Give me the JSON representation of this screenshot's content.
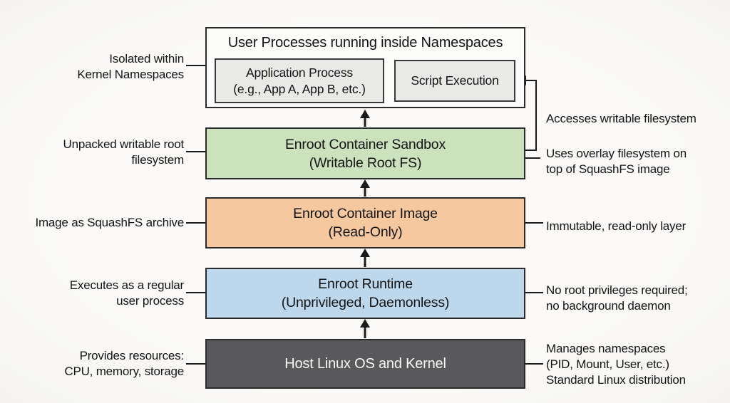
{
  "colors": {
    "background": "#faf9f6",
    "line": "#1a1a1a",
    "box_border": "#2b2b2b",
    "top_box_fill": "#fcfcfa",
    "inner_box_fill": "#e9e9e7",
    "sandbox_fill": "#cbe2bc",
    "image_fill": "#f6c8a0",
    "runtime_fill": "#bdd8ed",
    "host_fill": "#59585a",
    "host_text": "#f7f7f7"
  },
  "top_box": {
    "title": "User Processes running inside Namespaces",
    "app_process": "Application Process\n(e.g., App A, App B, etc.)",
    "script_execution": "Script Execution"
  },
  "layers": [
    {
      "id": "sandbox",
      "label": "Enroot Container Sandbox\n(Writable Root FS)",
      "color": "#cbe2bc",
      "text_color": "#141414"
    },
    {
      "id": "image",
      "label": "Enroot Container Image\n(Read-Only)",
      "color": "#f6c8a0",
      "text_color": "#141414"
    },
    {
      "id": "runtime",
      "label": "Enroot Runtime\n(Unprivileged, Daemonless)",
      "color": "#bdd8ed",
      "text_color": "#141414"
    },
    {
      "id": "host",
      "label": "Host Linux OS and Kernel",
      "color": "#59585a",
      "text_color": "#f7f7f7"
    }
  ],
  "left_labels": [
    "Isolated within\nKernel Namespaces",
    "Unpacked writable root\nfilesystem",
    "Image as SquashFS archive",
    "Executes as a regular\nuser process",
    "Provides resources:\nCPU, memory, storage"
  ],
  "right_labels": [
    "Accesses writable filesystem",
    "Uses overlay filesystem on\ntop of SquashFS image",
    "Immutable, read-only layer",
    "No root privileges required;\nno background daemon",
    "Manages namespaces\n(PID, Mount, User, etc.)\nStandard Linux distribution"
  ]
}
